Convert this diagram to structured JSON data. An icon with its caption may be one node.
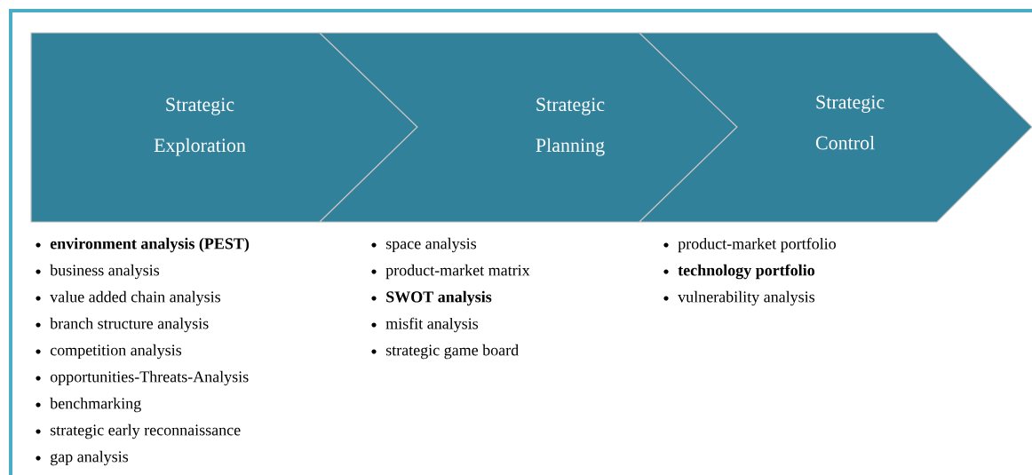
{
  "diagram": {
    "nodes": [
      {
        "text": [
          "Strategic Exploration"
        ],
        "beside": [
          "environment analysis (PEST)",
          "business analysis",
          "value added chain analysis",
          "branch structure analysis",
          "competition analysis",
          "opportunities-Threats-Analysis",
          "benchmarking",
          "strategic early reconnaissance",
          "gap analysis"
        ]
      },
      {
        "text": [
          "Strategic Planning"
        ],
        "beside": [
          "space analysis",
          "product-market matrix",
          "SWOT analysis",
          "misfit analysis",
          "strategic game board"
        ]
      },
      {
        "text": [
          "Strategic Control"
        ],
        "beside": [
          "product-market portfolio",
          "technology portfolio",
          "vulnerability analysis"
        ]
      }
    ]
  }
}
